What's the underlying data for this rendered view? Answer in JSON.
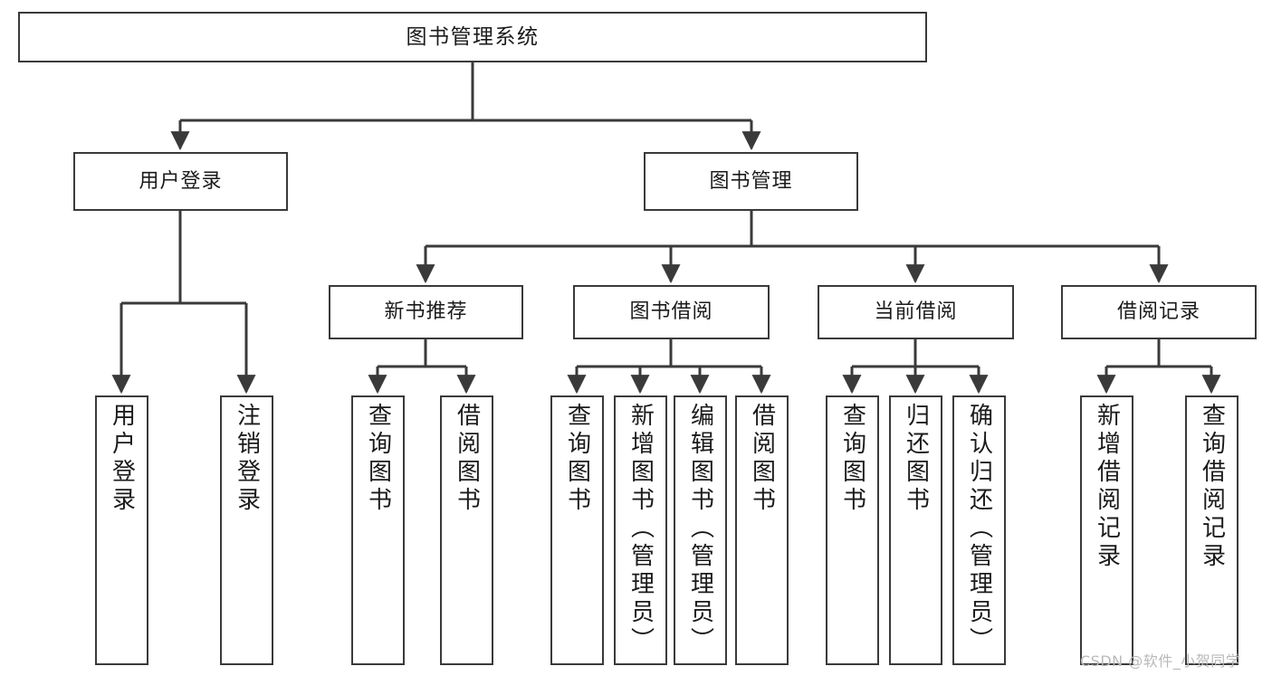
{
  "diagram": {
    "title": "图书管理系统",
    "watermark": "CSDN @软件_小贺同学",
    "colors": {
      "box_border": "#3a3a3a",
      "box_fill": "#ffffff",
      "edge": "#3a3a3a",
      "text": "#1b1b1b",
      "watermark": "#b9b9b9",
      "background": "#ffffff"
    },
    "root": {
      "label": "图书管理系统"
    },
    "level1": [
      {
        "label": "用户登录"
      },
      {
        "label": "图书管理"
      }
    ],
    "level2": [
      {
        "label": "新书推荐"
      },
      {
        "label": "图书借阅"
      },
      {
        "label": "当前借阅"
      },
      {
        "label": "借阅记录"
      }
    ],
    "leaves": {
      "user_login": [
        {
          "label": "用户登录"
        },
        {
          "label": "注销登录"
        }
      ],
      "new_book_recommend": [
        {
          "label": "查询图书"
        },
        {
          "label": "借阅图书"
        }
      ],
      "book_borrow": [
        {
          "label": "查询图书"
        },
        {
          "label": "新增图书（管理员）"
        },
        {
          "label": "编辑图书（管理员）"
        },
        {
          "label": "借阅图书"
        }
      ],
      "current_borrow": [
        {
          "label": "查询图书"
        },
        {
          "label": "归还图书"
        },
        {
          "label": "确认归还（管理员）"
        }
      ],
      "borrow_record": [
        {
          "label": "新增借阅记录"
        },
        {
          "label": "查询借阅记录"
        }
      ]
    }
  }
}
